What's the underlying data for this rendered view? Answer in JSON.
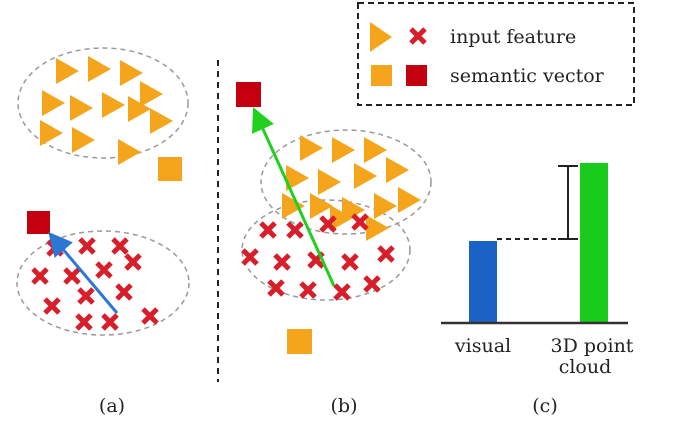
{
  "legend": {
    "input_feature": "input feature",
    "semantic_vector": "semantic vector"
  },
  "panels": {
    "a": "(a)",
    "b": "(b)",
    "c": "(c)"
  },
  "bar_chart": {
    "categories": [
      "visual",
      "3D point cloud"
    ],
    "cat1_line1": "visual",
    "cat2_line1": "3D point",
    "cat2_line2": "cloud",
    "values": [
      0.5,
      1.0
    ]
  },
  "colors": {
    "orange": "#f5a51c",
    "red": "#d81e2a",
    "dark_red": "#c40010",
    "blue": "#1b62c7",
    "green": "#19cc1b",
    "arrow_blue": "#2b78d4",
    "arrow_green": "#1fd01f"
  }
}
